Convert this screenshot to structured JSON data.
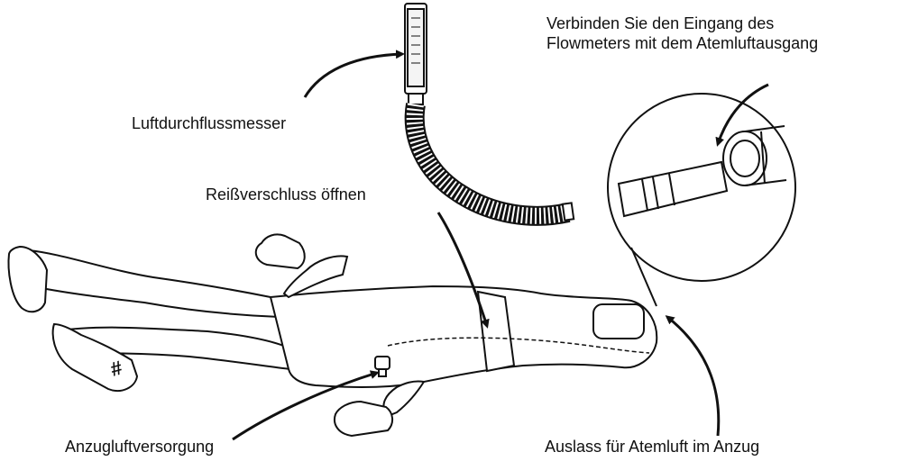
{
  "labels": {
    "flowmeter": "Luftdurchflussmesser",
    "zipper": "Reißverschluss öffnen",
    "connect_line1": "Verbinden Sie den Eingang des",
    "connect_line2": "Flowmeters mit dem Atemluftausgang",
    "suit_air_supply": "Anzugluftversorgung",
    "breathing_air_outlet": "Auslass für Atemluft im Anzug"
  },
  "colors": {
    "line": "#111111",
    "background": "#ffffff"
  }
}
